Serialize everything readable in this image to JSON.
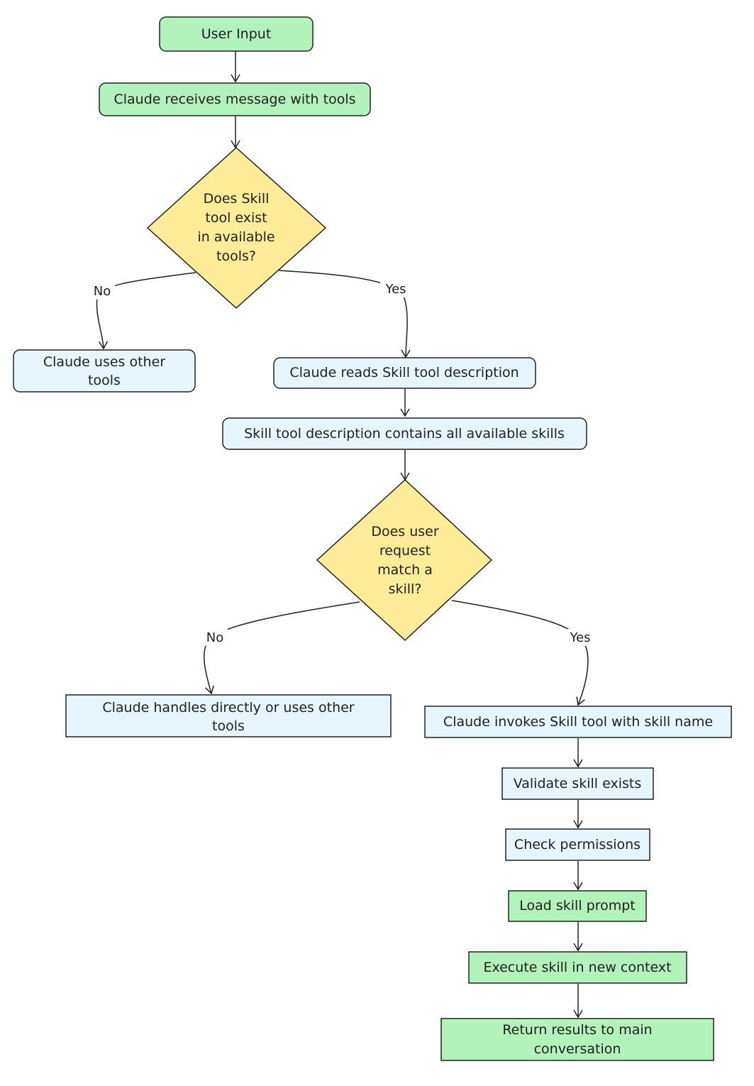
{
  "colors": {
    "green": "#b2f2bb",
    "blue": "#e7f5ff",
    "yellow": "#ffec99",
    "stroke": "#222222"
  },
  "nodes": {
    "user_input": "User Input",
    "claude_receives": "Claude receives message with tools",
    "decision_skill_tool": [
      "Does Skill",
      "tool exist",
      "in available",
      "tools?"
    ],
    "uses_other_tools": [
      "Claude uses other",
      "tools"
    ],
    "reads_description": "Claude reads Skill tool description",
    "description_contains": "Skill tool description contains all available skills",
    "decision_match": [
      "Does user",
      "request",
      "match a",
      "skill?"
    ],
    "handles_directly": [
      "Claude handles directly or uses other",
      "tools"
    ],
    "invokes_skill": "Claude invokes Skill tool with skill name",
    "validate_skill": "Validate skill exists",
    "check_permissions": "Check permissions",
    "load_prompt": "Load skill prompt",
    "execute_skill": "Execute skill in new context",
    "return_results": [
      "Return results to main",
      "conversation"
    ]
  },
  "edge_labels": {
    "no_1": "No",
    "yes_1": "Yes",
    "no_2": "No",
    "yes_2": "Yes"
  }
}
